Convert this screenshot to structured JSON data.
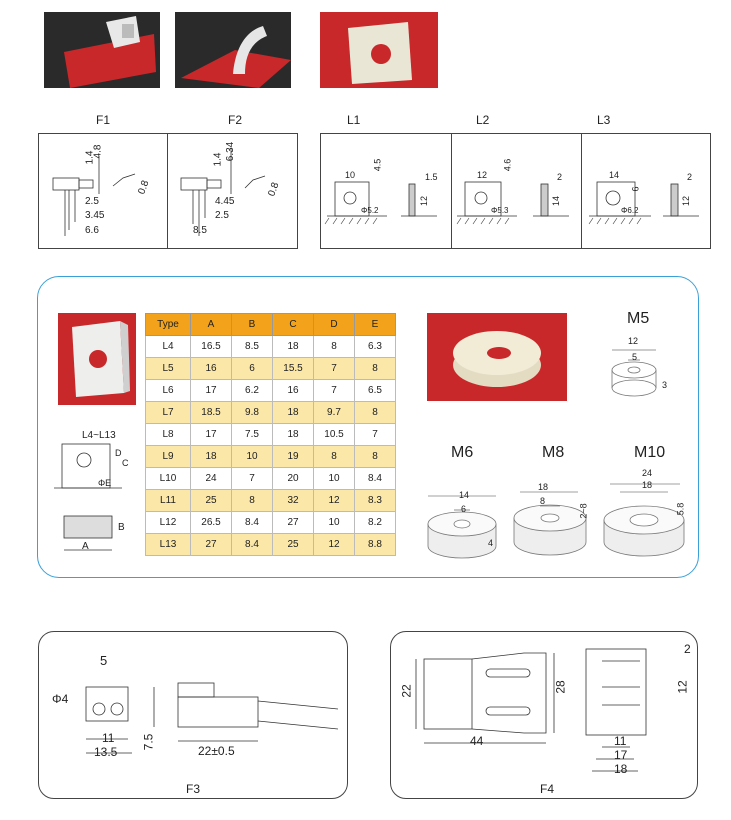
{
  "top_labels": {
    "F1": "F1",
    "F2": "F2",
    "L1": "L1",
    "L2": "L2",
    "L3": "L3"
  },
  "f_panel": {
    "f1_dims": [
      "1.4",
      "4.8",
      "2.5",
      "3.45",
      "6.6",
      "0.8"
    ],
    "f2_dims": [
      "1.4",
      "6.34",
      "4.45",
      "2.5",
      "8.5",
      "0.8"
    ]
  },
  "l_panel": {
    "l1_dims": [
      "10",
      "4.5",
      "1.5",
      "12",
      "Φ5.2"
    ],
    "l2_dims": [
      "12",
      "4.6",
      "2",
      "14",
      "Φ5.3"
    ],
    "l3_dims": [
      "14",
      "6",
      "2",
      "12",
      "Φ6.2"
    ]
  },
  "spec_table": {
    "headers": [
      "Type",
      "A",
      "B",
      "C",
      "D",
      "E"
    ],
    "rows": [
      [
        "L4",
        "16.5",
        "8.5",
        "18",
        "8",
        "6.3"
      ],
      [
        "L5",
        "16",
        "6",
        "15.5",
        "7",
        "8"
      ],
      [
        "L6",
        "17",
        "6.2",
        "16",
        "7",
        "6.5"
      ],
      [
        "L7",
        "18.5",
        "9.8",
        "18",
        "9.7",
        "8"
      ],
      [
        "L8",
        "17",
        "7.5",
        "18",
        "10.5",
        "7"
      ],
      [
        "L9",
        "18",
        "10",
        "19",
        "8",
        "8"
      ],
      [
        "L10",
        "24",
        "7",
        "20",
        "10",
        "8.4"
      ],
      [
        "L11",
        "25",
        "8",
        "32",
        "12",
        "8.3"
      ],
      [
        "L12",
        "26.5",
        "8.4",
        "27",
        "10",
        "8.2"
      ],
      [
        "L13",
        "27",
        "8.4",
        "25",
        "12",
        "8.8"
      ]
    ]
  },
  "left_diagram": {
    "series_label": "L4~L13",
    "dims": [
      "D",
      "C",
      "ΦE",
      "A",
      "B"
    ]
  },
  "m_models": {
    "m5": {
      "label": "M5",
      "dims": [
        "12",
        "5",
        "3"
      ]
    },
    "m6": {
      "label": "M6",
      "dims": [
        "14",
        "6",
        "4"
      ]
    },
    "m8": {
      "label": "M8",
      "dims": [
        "18",
        "8",
        "2~8"
      ]
    },
    "m10": {
      "label": "M10",
      "dims": [
        "24",
        "18",
        "5.8"
      ]
    }
  },
  "f3": {
    "label": "F3",
    "dims": [
      "5",
      "Φ4",
      "11",
      "13.5",
      "7.5",
      "22±0.5"
    ]
  },
  "f4": {
    "label": "F4",
    "dims": [
      "22",
      "44",
      "28",
      "2",
      "12",
      "11",
      "17",
      "18"
    ]
  }
}
